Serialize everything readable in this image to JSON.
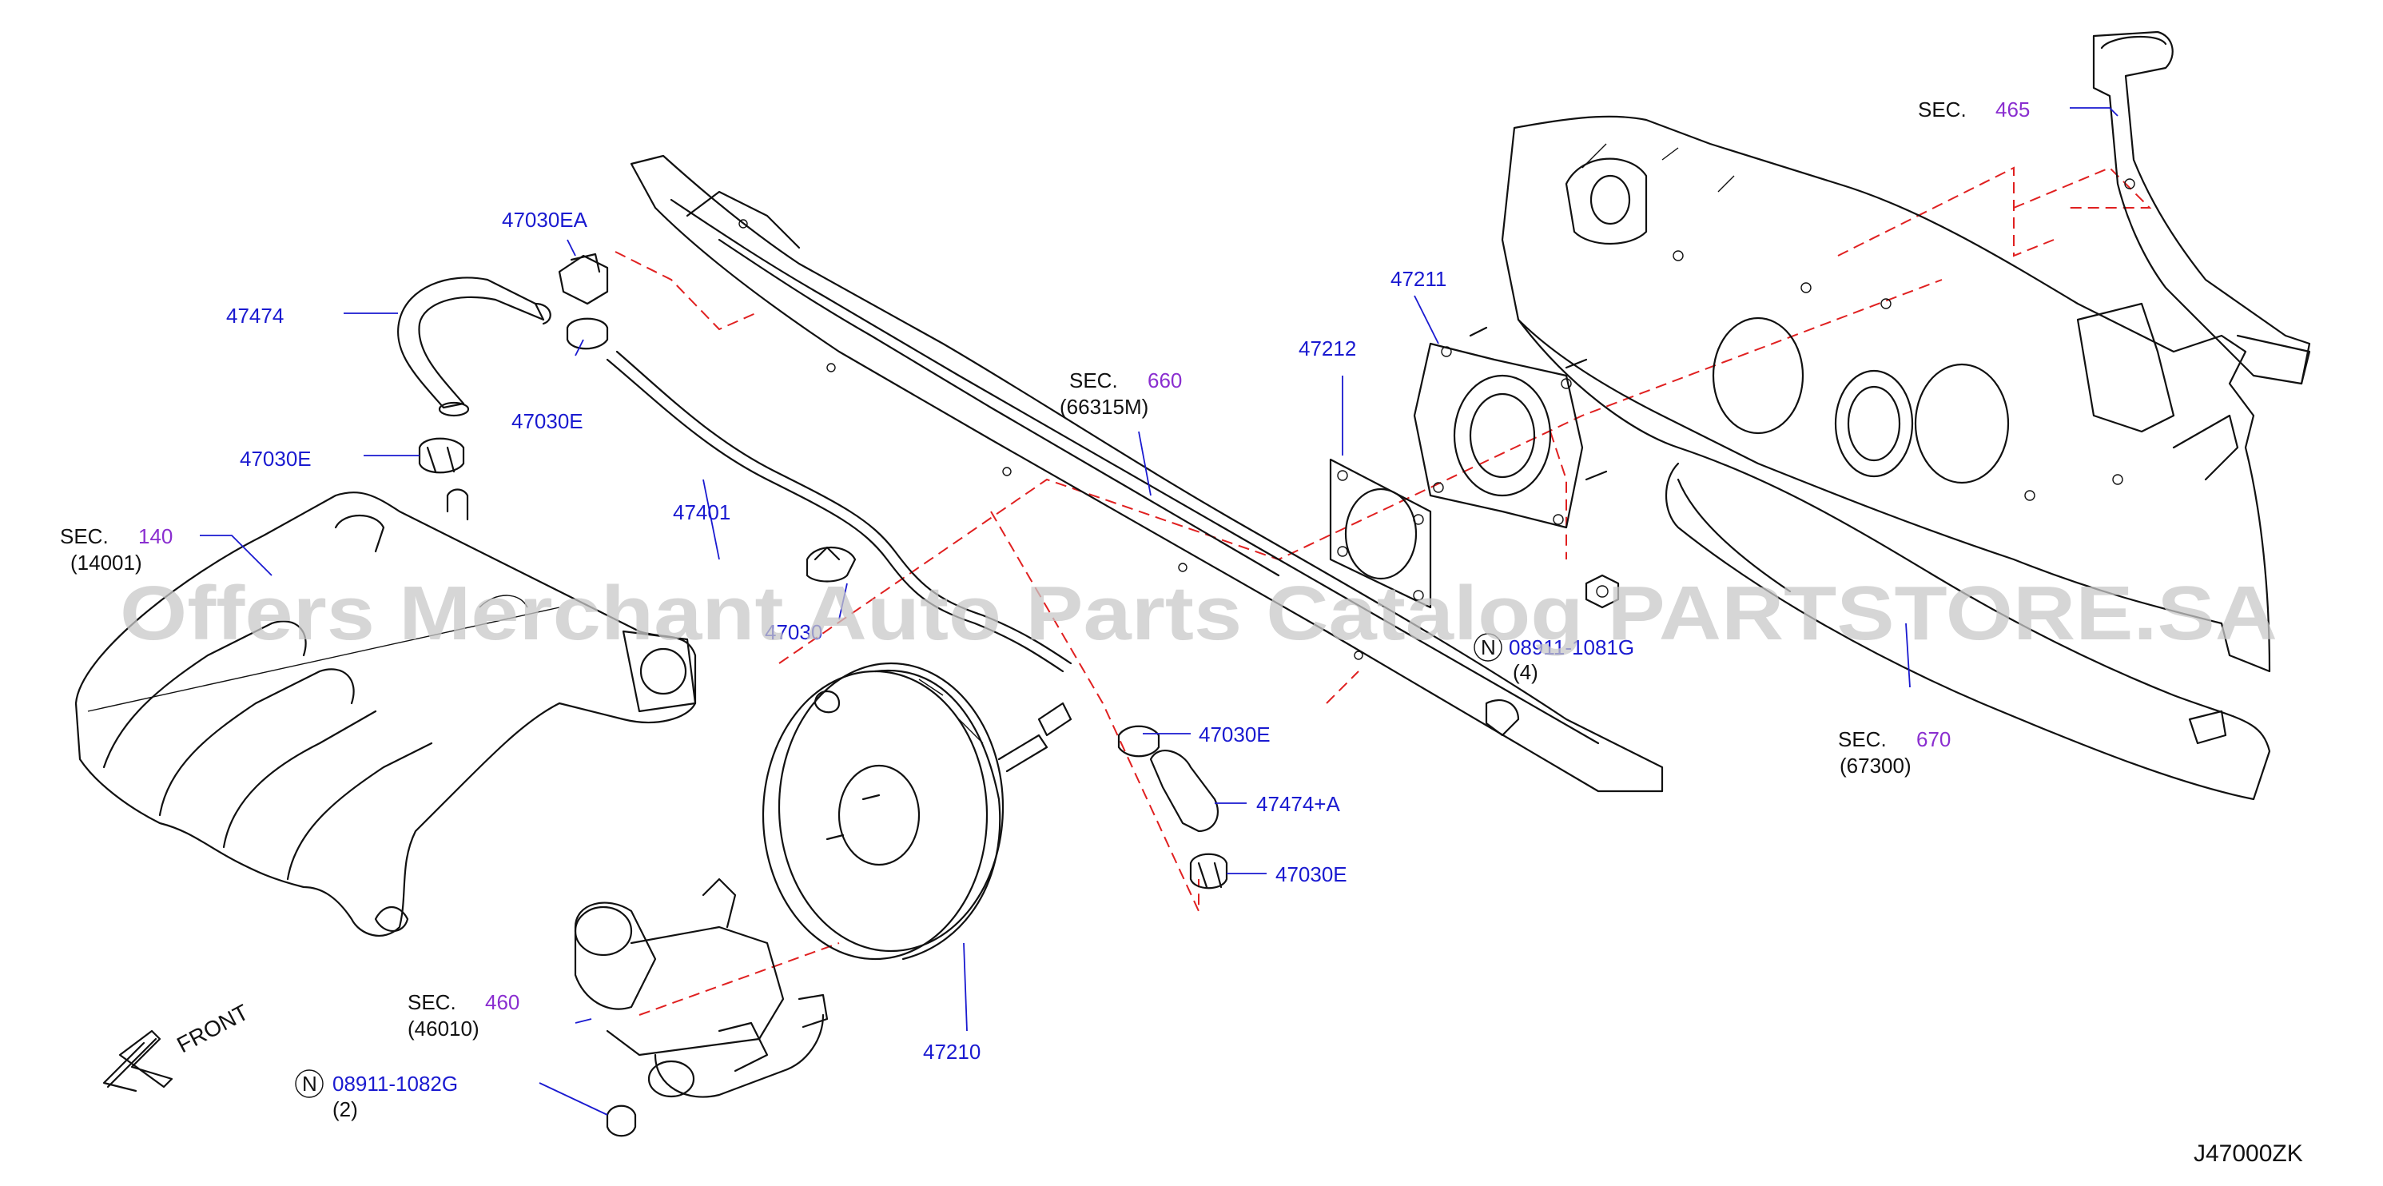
{
  "labels": {
    "l_47030EA": "47030EA",
    "l_47474": "47474",
    "l_47030E_a": "47030E",
    "l_47030E_b": "47030E",
    "l_47401": "47401",
    "l_47030_partial": "47030",
    "l_47030E_c": "47030E",
    "l_47474A": "47474+A",
    "l_47030E_d": "47030E",
    "l_47210": "47210",
    "l_47212": "47212",
    "l_47211": "47211",
    "l_nut_top": "08911-1081G",
    "l_nut_top_qty": "(4)",
    "l_nut_bottom": "08911-1082G",
    "l_nut_bottom_qty": "(2)",
    "n_symbol": "N"
  },
  "sections": {
    "s140": {
      "prefix": "SEC.",
      "num": "140",
      "sub": "(14001)"
    },
    "s660": {
      "prefix": "SEC.",
      "num": "660",
      "sub": "(66315M)"
    },
    "s465": {
      "prefix": "SEC.",
      "num": "465"
    },
    "s670": {
      "prefix": "SEC.",
      "num": "670",
      "sub": "(67300)"
    },
    "s460": {
      "prefix": "SEC.",
      "num": "460",
      "sub": "(46010)"
    }
  },
  "front_label": "FRONT",
  "diagram_code": "J47000ZK",
  "watermark": "Offers Merchant Auto Parts Catalog PARTSTORE.SA",
  "colors": {
    "part_number": "#1a1ad0",
    "section_number": "#8a2ed0",
    "phantom_line": "#e02020",
    "outline": "#111111"
  }
}
